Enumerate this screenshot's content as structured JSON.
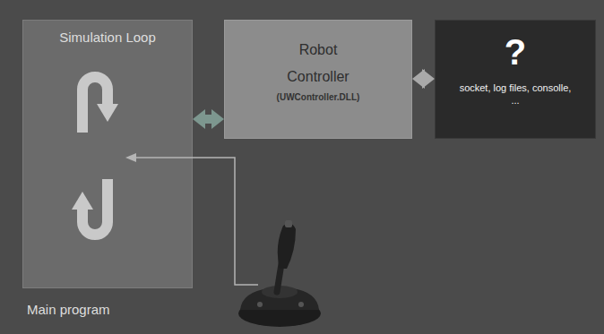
{
  "diagram": {
    "nodes": [
      {
        "text": [
          "Simulation Loop",
          "Main program"
        ]
      },
      {
        "text": [
          "Robot Controller",
          "(UWController.DLL)"
        ]
      },
      {
        "text": [
          "?",
          "socket, log files, consolle, ..."
        ]
      }
    ],
    "edges": [
      {
        "from": 0,
        "to": 1,
        "arrow": "both"
      },
      {
        "from": 1,
        "to": 2,
        "arrow": "both"
      }
    ]
  }
}
